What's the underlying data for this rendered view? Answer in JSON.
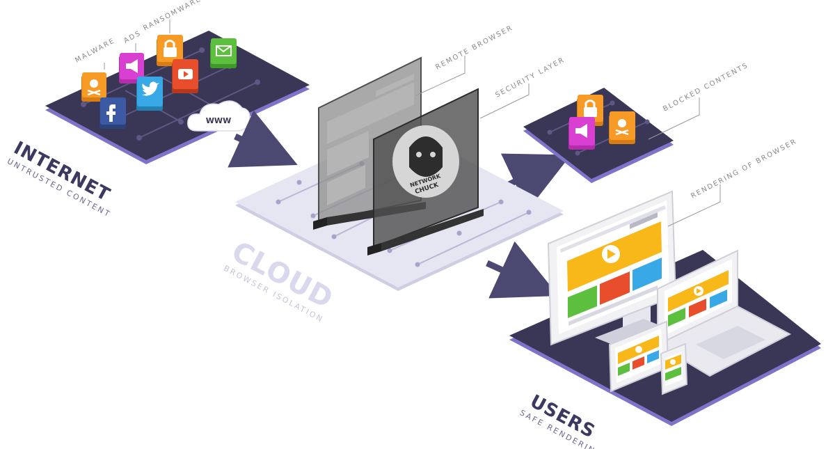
{
  "zones": {
    "internet": {
      "title": "INTERNET",
      "subtitle": "UNTRUSTED CONTENT"
    },
    "cloud": {
      "title": "CLOUD",
      "subtitle": "BROWSER ISOLATION"
    },
    "users": {
      "title": "USERS",
      "subtitle": "SAFE RENDERING"
    }
  },
  "callouts": {
    "malware": "MALWARE",
    "ads": "ADS",
    "ransomware": "RANSOMWARE",
    "remote_browser": "REMOTE BROWSER",
    "security_layer": "SECURITY LAYER",
    "blocked_contents": "BLOCKED CONTENTS",
    "rendering_of_browser": "RENDERING OF BROWSER"
  },
  "cloud_logo": {
    "line1": "NETWORK",
    "line2": "CHUCK"
  },
  "www_label": "WWW",
  "icons": [
    "malware-skull-icon",
    "ads-megaphone-icon",
    "ransomware-lock-icon",
    "email-icon",
    "facebook-icon",
    "twitter-icon",
    "youtube-icon",
    "cloud-www-icon"
  ],
  "colors": {
    "platform_dark": "#3a3655",
    "platform_edge": "#7d73c9",
    "cloud_platform": "#e6e5f2",
    "orange": "#f79a26",
    "pink": "#d93fd0",
    "red": "#e84e2c",
    "green": "#5cc03e",
    "facebook": "#3b5aa3",
    "twitter": "#38a8e6",
    "accent_yellow": "#f9b81a",
    "title_purple": "#3c3960"
  }
}
